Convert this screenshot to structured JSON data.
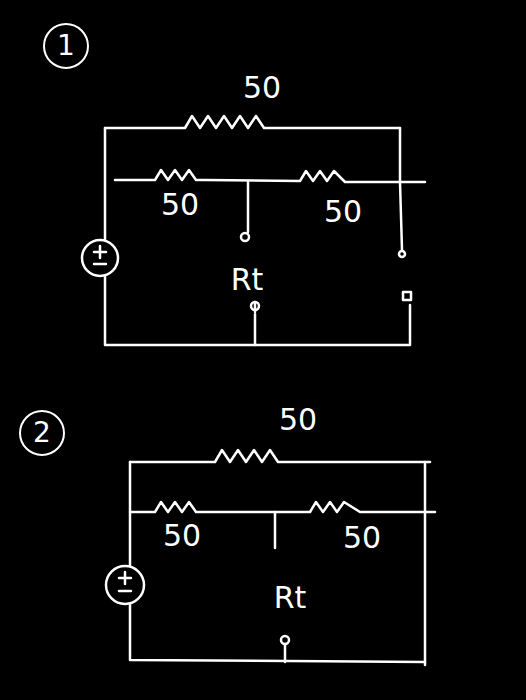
{
  "diagram": {
    "nodes": [
      {
        "text": [
          "1"
        ]
      },
      {
        "text": [
          "2"
        ]
      }
    ],
    "labels": [
      "50",
      "50",
      "50",
      "Rt",
      "50",
      "50",
      "50",
      "Rt"
    ]
  }
}
